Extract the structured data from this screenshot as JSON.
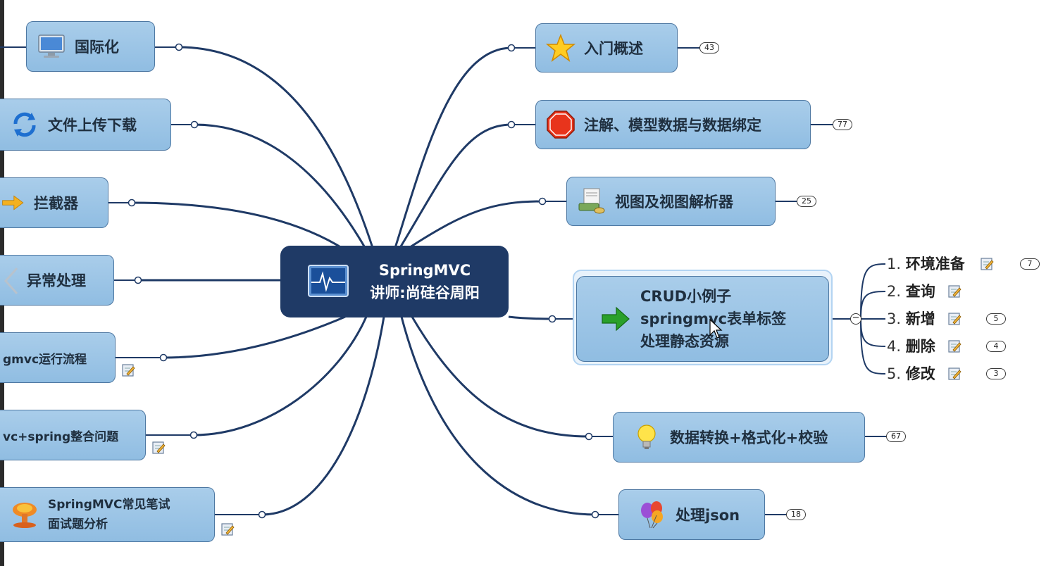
{
  "central": {
    "title": "SpringMVC",
    "subtitle": "讲师:尚硅谷周阳",
    "icon": "monitor-pulse-icon"
  },
  "left_topics": [
    {
      "label": "国际化",
      "icon": "computer-monitor-icon"
    },
    {
      "label": "文件上传下载",
      "icon": "refresh-arrows-icon"
    },
    {
      "label": "拦截器",
      "icon": "double-arrow-icon"
    },
    {
      "label": "异常处理",
      "icon": "wrench-icon"
    },
    {
      "label": "gmvc运行流程",
      "icon": "",
      "note": "note-icon"
    },
    {
      "label": "vc+spring整合问题",
      "icon": "",
      "note": "note-icon"
    },
    {
      "label_line1": "SpringMVC常见笔试",
      "label_line2": "面试题分析",
      "icon": "explosion-icon",
      "note": "note-icon"
    }
  ],
  "right_topics": [
    {
      "label": "入门概述",
      "icon": "star-icon",
      "count": "43"
    },
    {
      "label": "注解、模型数据与数据绑定",
      "icon": "stop-sign-icon",
      "count": "77"
    },
    {
      "label": "视图及视图解析器",
      "icon": "money-document-icon",
      "count": "25"
    },
    {
      "label": "数据转换+格式化+校验",
      "icon": "light-bulb-icon",
      "count": "67"
    },
    {
      "label": "处理json",
      "icon": "balloons-icon",
      "count": "18"
    }
  ],
  "crud_topic": {
    "line1": "CRUD小例子",
    "line2": "springmvc表单标签",
    "line3": "处理静态资源",
    "icon": "green-arrow-icon",
    "collapse_symbol": "−"
  },
  "crud_subtopics": [
    {
      "num": "1.",
      "label": "环境准备",
      "count": "7"
    },
    {
      "num": "2.",
      "label": "查询",
      "count": ""
    },
    {
      "num": "3.",
      "label": "新增",
      "count": "5"
    },
    {
      "num": "4.",
      "label": "删除",
      "count": "4"
    },
    {
      "num": "5.",
      "label": "修改",
      "count": "3"
    }
  ],
  "colors": {
    "central_bg": "#1f3a66",
    "topic_bg": "#9cc5e6",
    "line": "#1f3a66"
  }
}
